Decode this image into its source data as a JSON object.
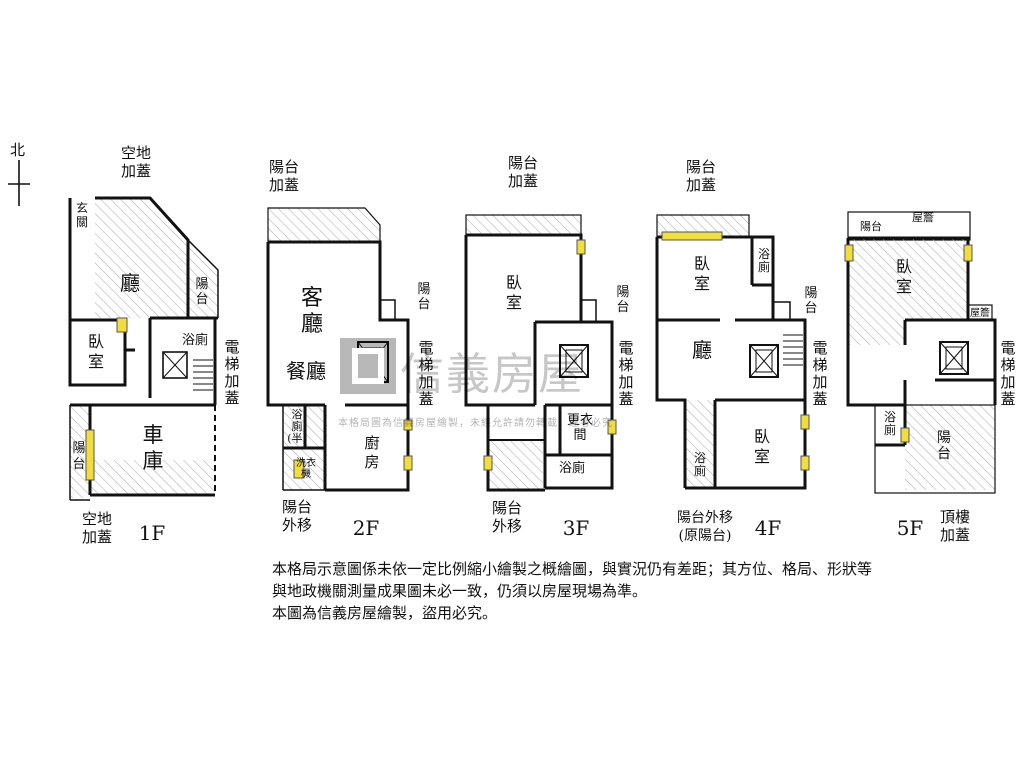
{
  "north_label": "北",
  "floors": {
    "f1": {
      "label": "1F",
      "rooms": {
        "open_space_top": "空地\n加蓋",
        "entrance": "玄\n關",
        "hall": "廳",
        "balcony": "陽\n台",
        "bedroom": "臥\n室",
        "bath": "浴廁",
        "garage": "車\n庫",
        "balcony_left": "陽\n台",
        "open_space_bottom": "空地\n加蓋",
        "elevator": "電\n梯\n加\n蓋"
      }
    },
    "f2": {
      "label": "2F",
      "rooms": {
        "balcony_top": "陽台\n加蓋",
        "living": "客\n廳",
        "dining": "餐廳",
        "balcony_side": "陽\n台",
        "half_bath": "浴\n廁\n(半)",
        "washer": "洗衣\n機",
        "kitchen": "廚\n房",
        "balcony_out": "陽台\n外移",
        "elevator": "電\n梯\n加\n蓋"
      }
    },
    "f3": {
      "label": "3F",
      "rooms": {
        "balcony_top": "陽台\n加蓋",
        "bedroom": "臥\n室",
        "balcony_side": "陽\n台",
        "closet": "更衣\n間",
        "bath": "浴廁",
        "balcony_out": "陽台\n外移",
        "elevator": "電\n梯\n加\n蓋"
      }
    },
    "f4": {
      "label": "4F",
      "rooms": {
        "balcony_top": "陽台\n加蓋",
        "bedroom_top": "臥\n室",
        "bath_top": "浴\n廁",
        "balcony_side": "陽\n台",
        "hall": "廳",
        "bath_bottom": "浴\n廁",
        "bedroom_bottom": "臥\n室",
        "balcony_out": "陽台外移\n(原陽台)",
        "elevator": "電\n梯\n加\n蓋"
      }
    },
    "f5": {
      "label": "5F",
      "rooms": {
        "balcony_top": "陽台",
        "eaves_top": "屋簷",
        "bedroom": "臥\n室",
        "eaves_side": "屋簷",
        "bath": "浴\n廁",
        "balcony": "陽\n台",
        "roof_extension": "頂樓\n加蓋",
        "elevator": "電\n梯\n加\n蓋"
      }
    }
  },
  "watermark": {
    "brand": "信義房屋",
    "small": "本格局圖為信義房屋繪製，未經允許請勿轉載，違者必究"
  },
  "disclaimer": {
    "line1": "本格局示意圖係未依一定比例縮小繪製之概繪圖，與實況仍有差距；其方位、格局、形狀等與地政機關測量成果圖未必一致，仍須以房屋現場為準。",
    "line2": "本圖為信義房屋繪製，盜用必究。"
  }
}
